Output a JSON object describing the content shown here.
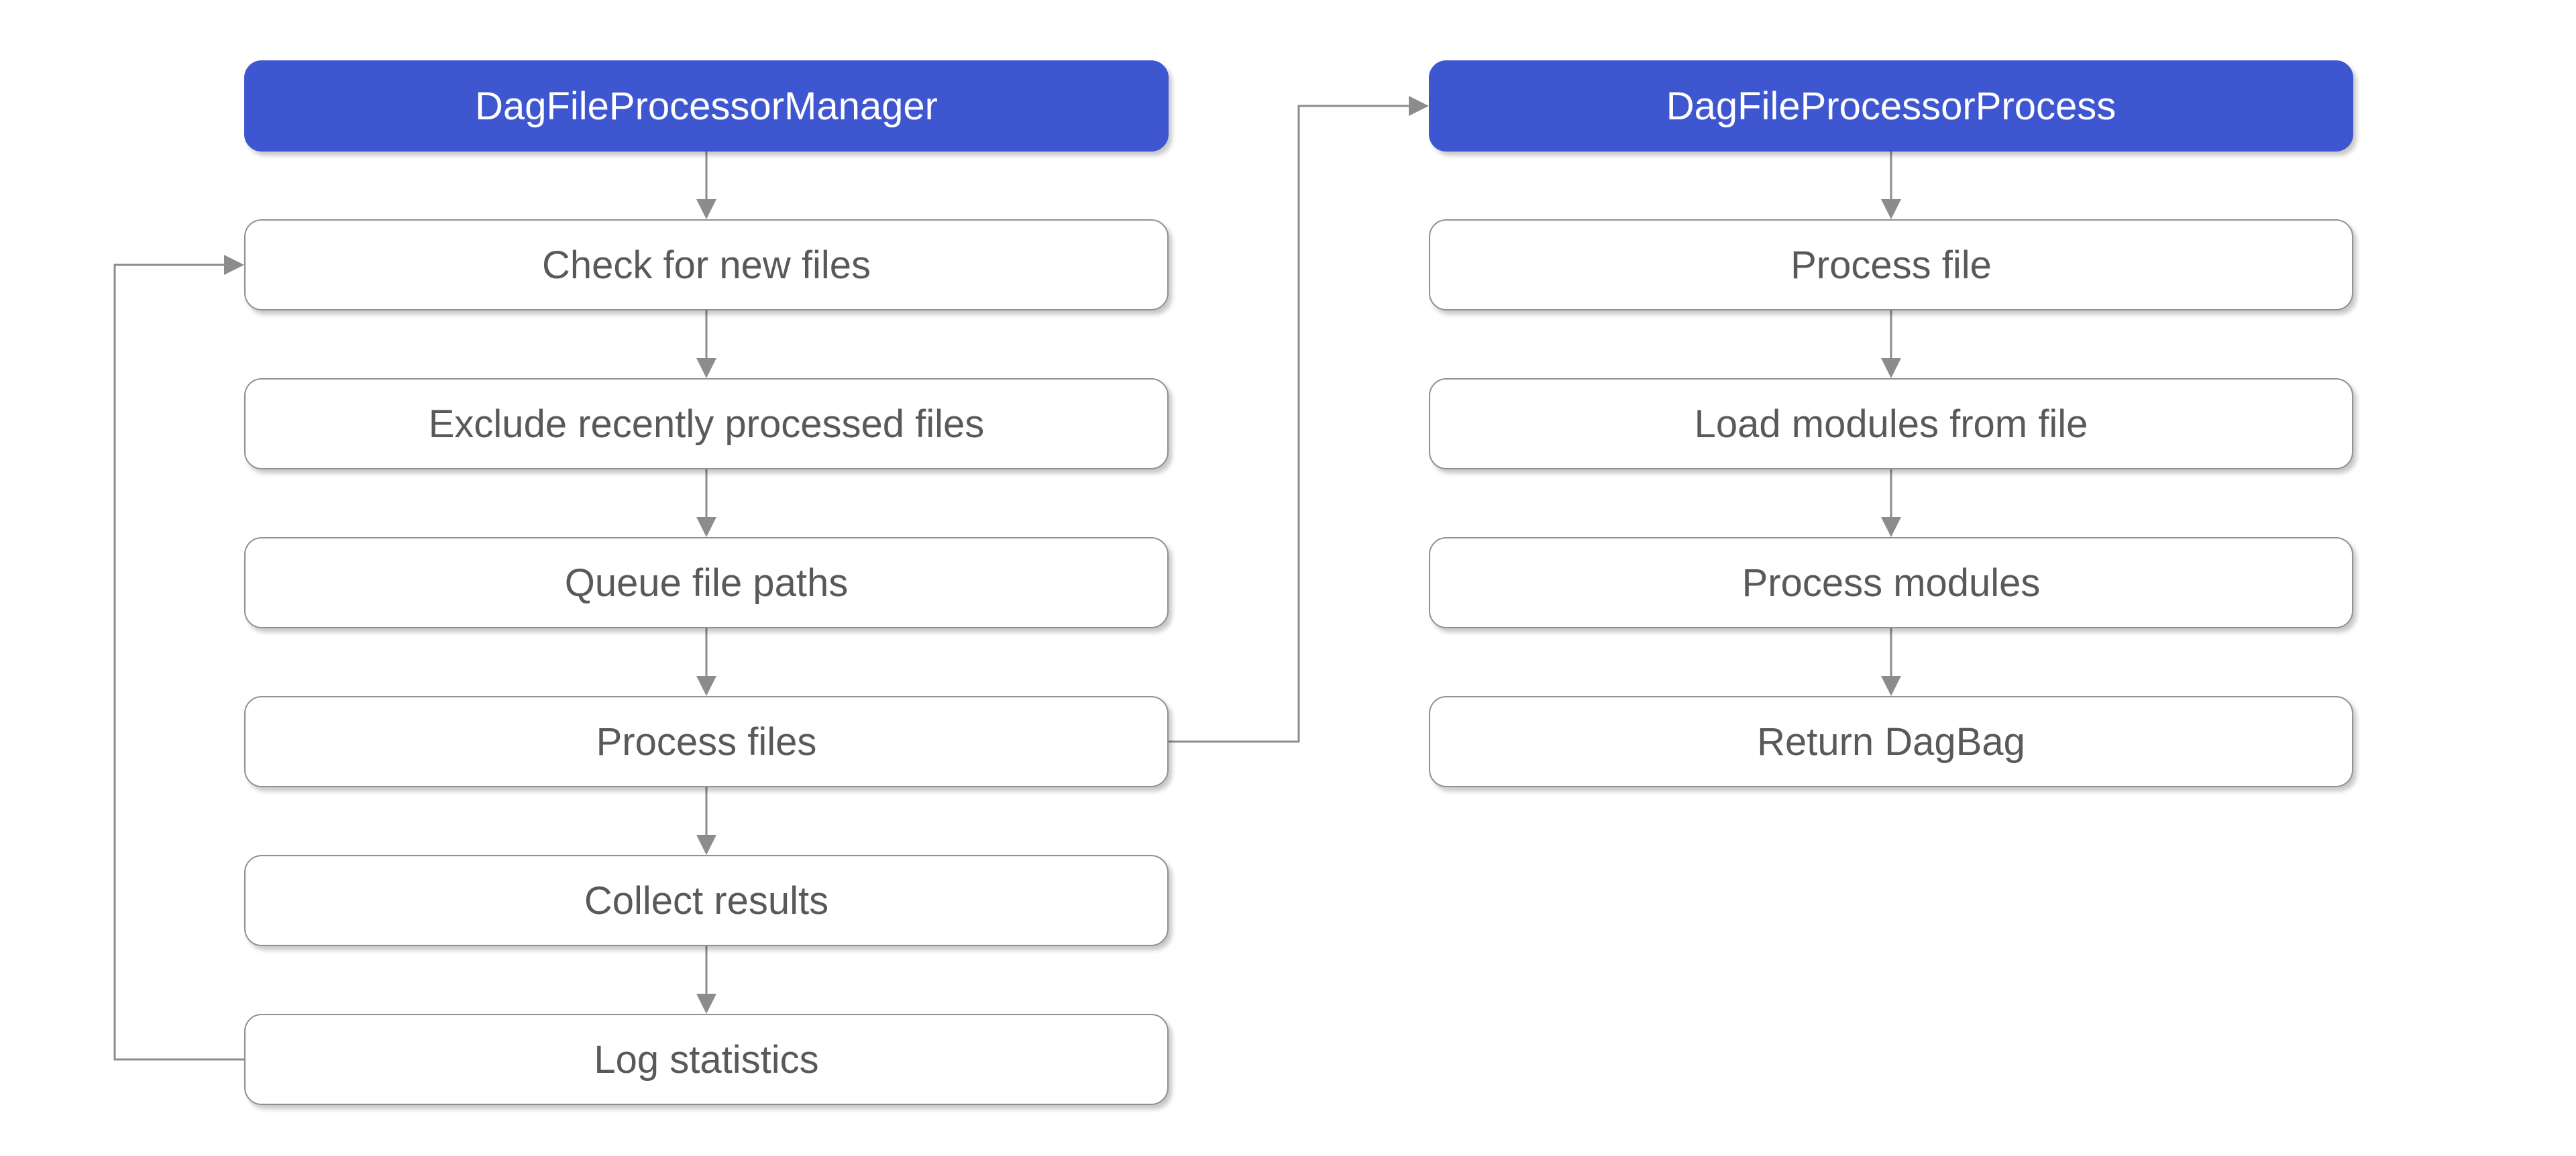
{
  "diagram": {
    "columns": [
      {
        "title": "DagFileProcessorManager",
        "steps": [
          "Check for new files",
          "Exclude recently processed files",
          "Queue file paths",
          "Process files",
          "Collect results",
          "Log statistics"
        ]
      },
      {
        "title": "DagFileProcessorProcess",
        "steps": [
          "Process file",
          "Load modules from file",
          "Process modules",
          "Return DagBag"
        ]
      }
    ],
    "colors": {
      "canvas_bg": "#ffffff",
      "header_bg": "#3e57d0",
      "header_text": "#ffffff",
      "box_bg": "#ffffff",
      "box_border": "#909090",
      "box_text": "#595959",
      "connector": "#8c8c8c"
    }
  }
}
